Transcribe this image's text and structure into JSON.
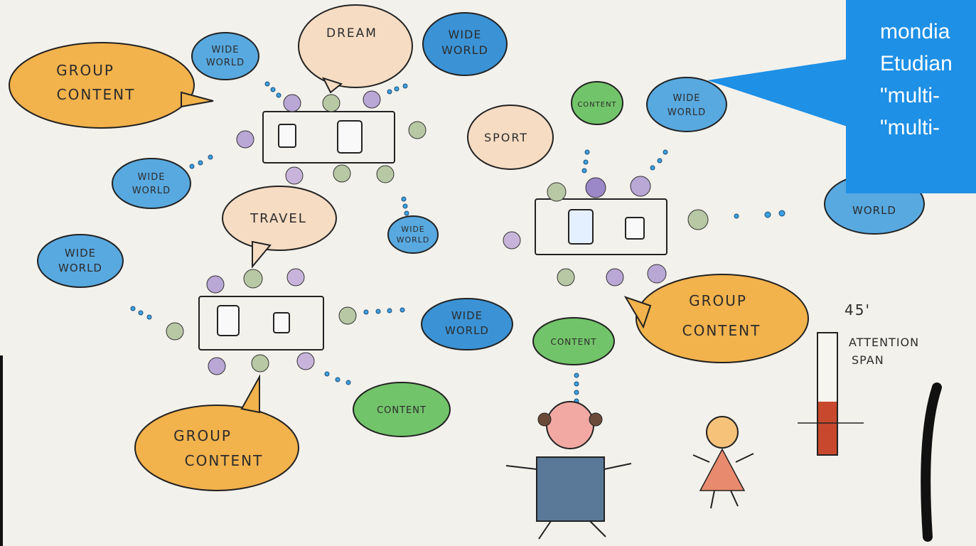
{
  "callout": {
    "lines": [
      "mondia",
      "Etudian",
      "\"multi-",
      "\"multi-"
    ],
    "color": "#1e90e6"
  },
  "labels": {
    "wide_world": [
      "WIDE",
      "WORLD"
    ],
    "group_content": [
      "GROUP",
      "CONTENT"
    ],
    "content": "CONTENT",
    "dream": "DREAM",
    "sport": "SPORT",
    "travel": "TRAVEL",
    "attention_time": "45'",
    "attention_label": [
      "ATTENTION",
      "SPAN"
    ]
  },
  "colors": {
    "blue_bubble": "#58a9e0",
    "orange_bubble": "#f2b24c",
    "green_bubble": "#72c46a",
    "peach_bubble": "#f6dcc3",
    "face_purple": "#b9a7d6",
    "face_green": "#b8c7a4",
    "attention_fill": "#c8482e"
  }
}
